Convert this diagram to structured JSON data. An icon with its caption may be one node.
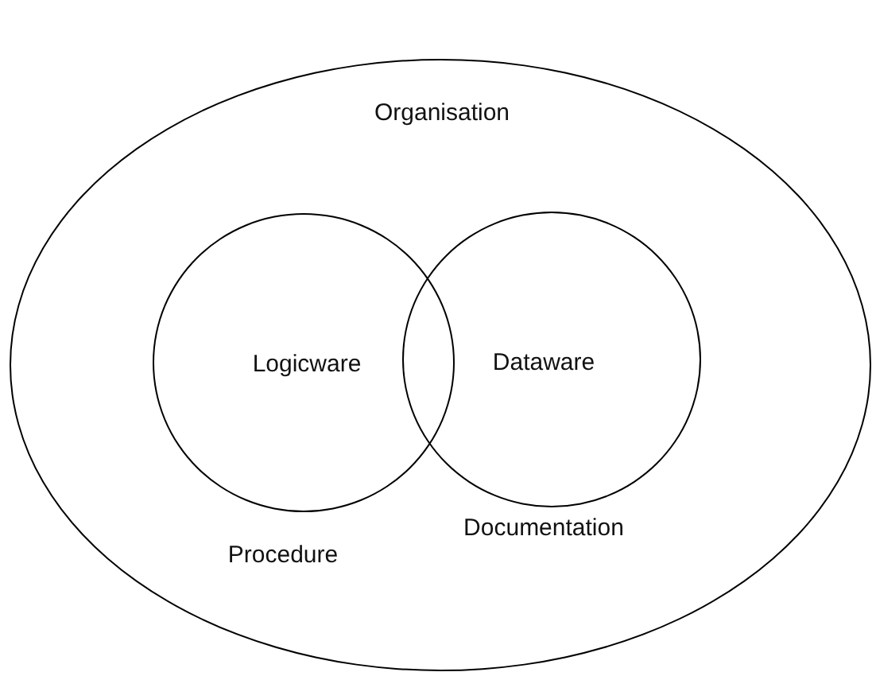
{
  "diagram": {
    "nodes": [
      {
        "text": [
          "Organisation"
        ]
      },
      {
        "text": [
          "Logicware"
        ],
        "in": 0
      },
      {
        "text": [
          "Dataware"
        ],
        "in": 0
      }
    ],
    "labels": [
      "Procedure",
      "Documentation"
    ]
  }
}
